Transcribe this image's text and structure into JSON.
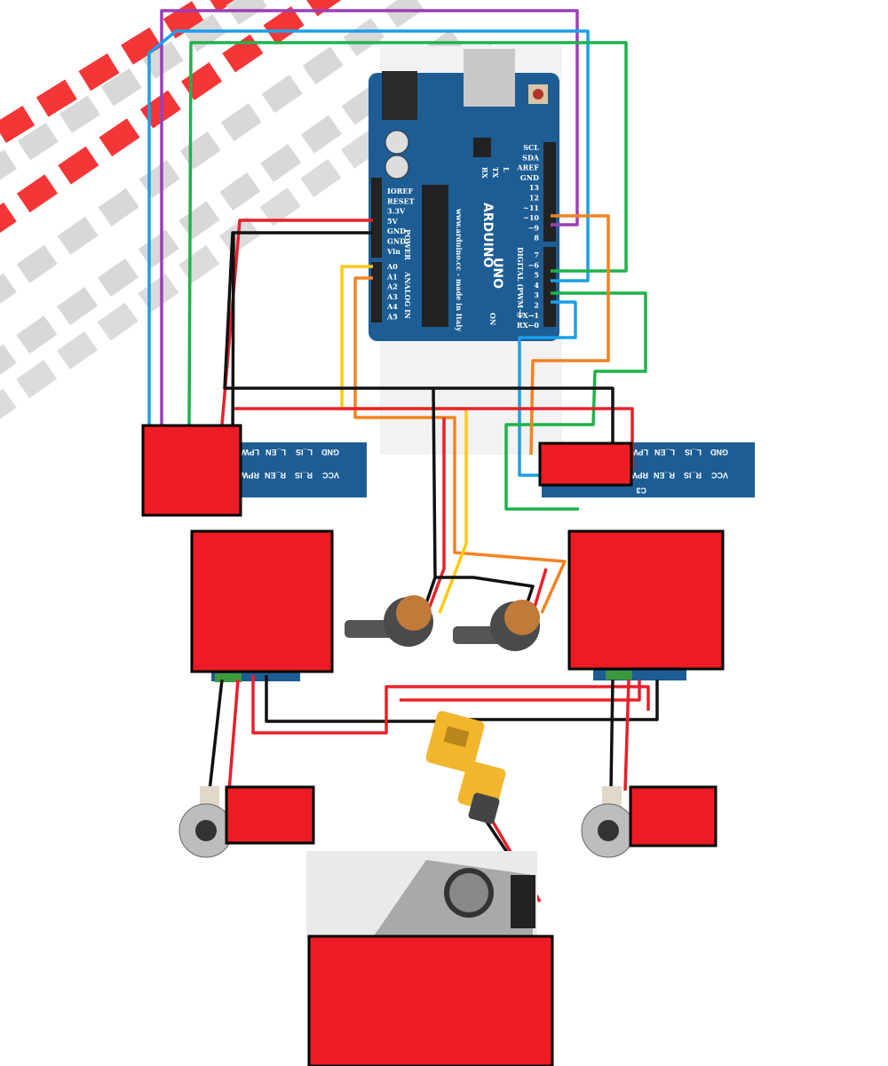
{
  "arduino": {
    "brand": "ARDUINO",
    "model": "UNO",
    "site": "www.arduino.cc - made in Italy",
    "power_header_label": "POWER",
    "analog_header_label": "ANALOG IN",
    "digital_header_label": "DIGITAL (PWM~)",
    "on_label": "ON",
    "leds": [
      "RX",
      "TX",
      "L"
    ],
    "power_pins": [
      "IOREF",
      "RESET",
      "3.3V",
      "5V",
      "GND",
      "GND",
      "Vin"
    ],
    "analog_pins": [
      "A0",
      "A1",
      "A2",
      "A3",
      "A4",
      "A5"
    ],
    "digital_pins_top": [
      "SCL",
      "SDA",
      "AREF",
      "GND",
      "13",
      "12",
      "~11",
      "~10",
      "~9",
      "8"
    ],
    "digital_pins_bottom": [
      "7",
      "~6",
      "5",
      "4",
      "3",
      "2",
      "TX→1",
      "RX←0"
    ]
  },
  "driver_left": {
    "labels_row1": [
      "GND",
      "L_IS",
      "L_EN",
      "LPWM"
    ],
    "labels_row2": [
      "VCC",
      "R_IS",
      "R_EN",
      "RPWM"
    ]
  },
  "driver_right": {
    "labels_row1": [
      "GND",
      "L_IS",
      "L_EN",
      "LPWM"
    ],
    "labels_row2": [
      "VCC",
      "R_IS",
      "R_EN",
      "RPWM"
    ],
    "silk": "C3"
  },
  "colors": {
    "red": "#e8202a",
    "black": "#111111",
    "purple": "#9b3fb5",
    "blue": "#1a9fe8",
    "green": "#1fb24a",
    "orange": "#f58220",
    "yellow": "#ffc90e",
    "board": "#1d5d94",
    "redaction": "#ed1c24"
  }
}
